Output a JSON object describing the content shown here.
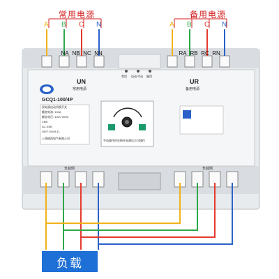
{
  "headers": {
    "common": "常用电源",
    "backup": "备用电源"
  },
  "phase_labels_left": [
    "A",
    "B",
    "C",
    "N"
  ],
  "phase_labels_right": [
    "A",
    "B",
    "C",
    "N"
  ],
  "terminal_labels_left": [
    "NA",
    "NB",
    "NC",
    "NN"
  ],
  "terminal_labels_right": [
    "RA",
    "RB",
    "RC",
    "RN"
  ],
  "colors": {
    "A": "#f0b21a",
    "B": "#2ea84a",
    "C": "#e53a2f",
    "N": "#2a62c9",
    "load": "#1e6fd6"
  },
  "device": {
    "model": "GCQ1-100/4P",
    "name": "双电源自动切换开关",
    "specs": [
      "额定电流: 100A",
      "额定电压: 400V  50HZ",
      "CBB",
      "AC-33iB",
      "GB/T14048.11"
    ],
    "maker": "上海格西电气有限公司",
    "un_label": "UN",
    "un_sub": "常用电源",
    "ur_label": "UR",
    "ur_sub": "备用电源",
    "indicators": [
      "常用",
      "自动/手动",
      "备用"
    ],
    "load_side_left": "负载侧",
    "load_side_right": "负载侧",
    "panel_note": "手动操作时先断开电源后方可操作"
  },
  "load_label": "负载"
}
